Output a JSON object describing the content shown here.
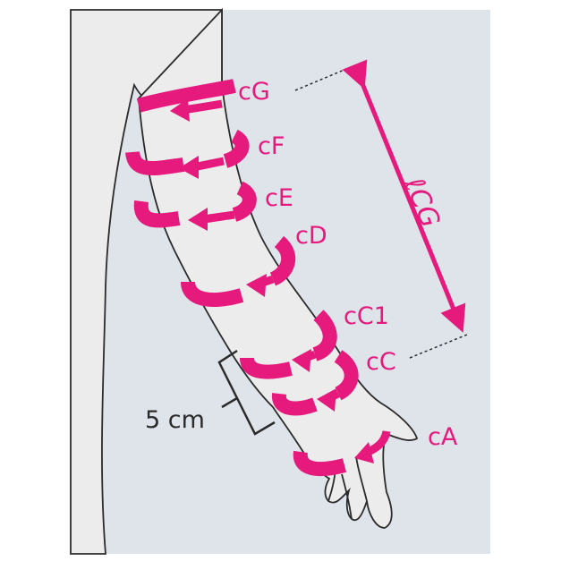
{
  "colors": {
    "background": "#dfe4ea",
    "arm_fill": "#ececec",
    "outline": "#2b2b2b",
    "accent": "#e6197d"
  },
  "labels": {
    "cG": "cG",
    "cF": "cF",
    "cE": "cE",
    "cD": "cD",
    "cC1": "cC1",
    "cC": "cC",
    "cA": "cA",
    "lCG": "ℓCG",
    "five_cm": "5 cm"
  }
}
